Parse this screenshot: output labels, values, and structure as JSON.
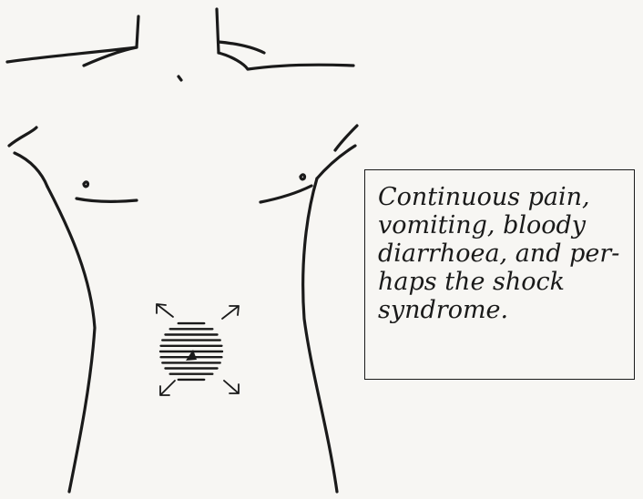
{
  "caption": {
    "lines": [
      "Continuous pain,",
      "vomiting, bloody",
      "diarrhoea, and per-",
      "haps the shock",
      "syndrome."
    ]
  },
  "icons": {
    "torso": "torso-outline-drawing",
    "pain_region": "hatched-circle",
    "arrows": "radiating-arrows"
  },
  "colors": {
    "ink": "#1a1a1a",
    "paper": "#f7f6f3"
  }
}
